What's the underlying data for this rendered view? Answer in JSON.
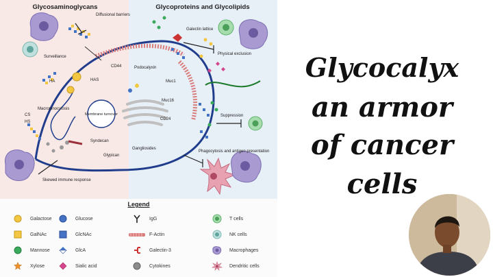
{
  "diagram": {
    "left_title": "Glycosaminoglycans",
    "right_title": "Glycoproteins and Glycolipids",
    "labels": {
      "diffusional_barriers": "Diffusional barriers",
      "surveillance": "Surveillance",
      "cd44": "CD44",
      "ha": "HA",
      "has": "HAS",
      "macropinocytosis": "Macropinocytosis",
      "cs": "CS",
      "hs": "HS",
      "membrane_turnover": "Membrane turnover",
      "syndecan": "Syndecan",
      "glypican": "Glypican",
      "skewed_immune_response": "Skewed immune response",
      "gangliosides": "Gangliosides",
      "galectin_lattice": "Galectin lattice",
      "podocalyxin": "Podocalyxin",
      "muc1": "Muc1",
      "muc16": "Muc16",
      "physical_exclusion": "Physical exclusion",
      "cd24": "CD24",
      "suppression": "Suppression",
      "phagocytosis": "Phagocytosis and antigen presentation"
    }
  },
  "legend": {
    "title": "Legend",
    "items": [
      {
        "label": "Galactose",
        "icon": "galactose-yellow-circle"
      },
      {
        "label": "GalNAc",
        "icon": "galnac-yellow-square"
      },
      {
        "label": "Mannose",
        "icon": "mannose-green-circle"
      },
      {
        "label": "Xylose",
        "icon": "xylose-orange-star"
      },
      {
        "label": "Glucose",
        "icon": "glucose-blue-circle"
      },
      {
        "label": "GlcNAc",
        "icon": "glcnac-blue-square"
      },
      {
        "label": "GlcA",
        "icon": "glca-half-diamond"
      },
      {
        "label": "Sialic acid",
        "icon": "sialic-acid-pink-diamond"
      },
      {
        "label": "IgG",
        "icon": "igg-antibody"
      },
      {
        "label": "F-Actin",
        "icon": "f-actin-filament"
      },
      {
        "label": "Galectin-3",
        "icon": "galectin-3-red"
      },
      {
        "label": "Cytokines",
        "icon": "cytokines-grey-circle"
      },
      {
        "label": "T cells",
        "icon": "t-cell-green"
      },
      {
        "label": "NK cells",
        "icon": "nk-cell-teal"
      },
      {
        "label": "Macrophages",
        "icon": "macrophage-purple"
      },
      {
        "label": "Dendritic cells",
        "icon": "dendritic-cell-pink"
      }
    ]
  },
  "handwritten": {
    "line1": "Glycocalyx",
    "line2": "an armor",
    "line3": "of cancer",
    "line4": "cells"
  },
  "colors": {
    "left_panel_bg": "#f8e8e6",
    "right_panel_bg": "#e7eff7",
    "membrane": "#1f3d8c",
    "actin": "#d97c7c",
    "handwriting": "#111111"
  }
}
